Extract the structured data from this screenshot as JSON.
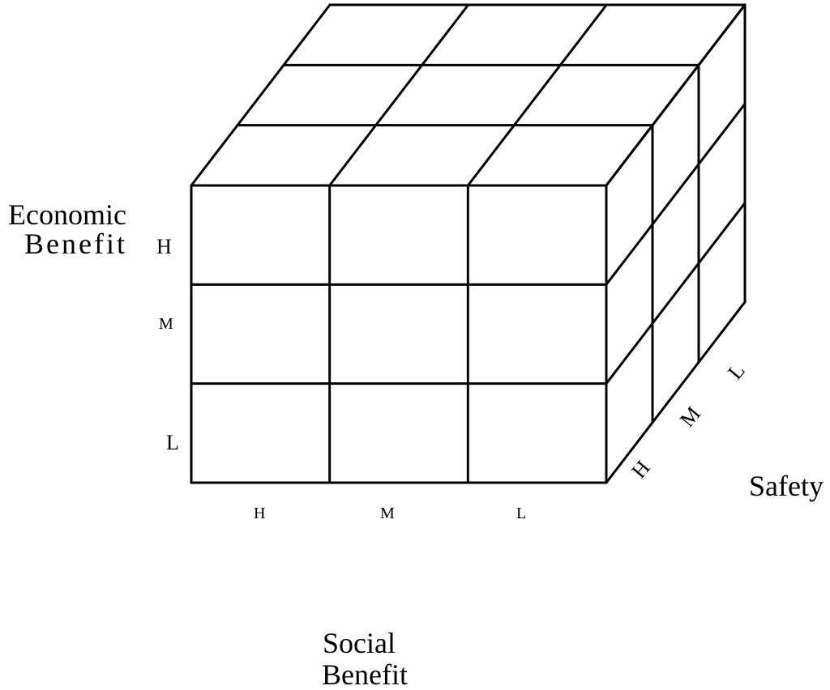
{
  "axes": {
    "economic": {
      "title_line1": "Economic",
      "title_line2": "Benefit",
      "levels": [
        "H",
        "M",
        "L"
      ]
    },
    "social": {
      "title_line1": "Social",
      "title_line2": "Benefit",
      "levels": [
        "H",
        "M",
        "L"
      ]
    },
    "safety": {
      "title": "Safety",
      "levels": [
        "H",
        "M",
        "L"
      ]
    }
  },
  "colors": {
    "line": "#000000",
    "background": "#ffffff"
  }
}
